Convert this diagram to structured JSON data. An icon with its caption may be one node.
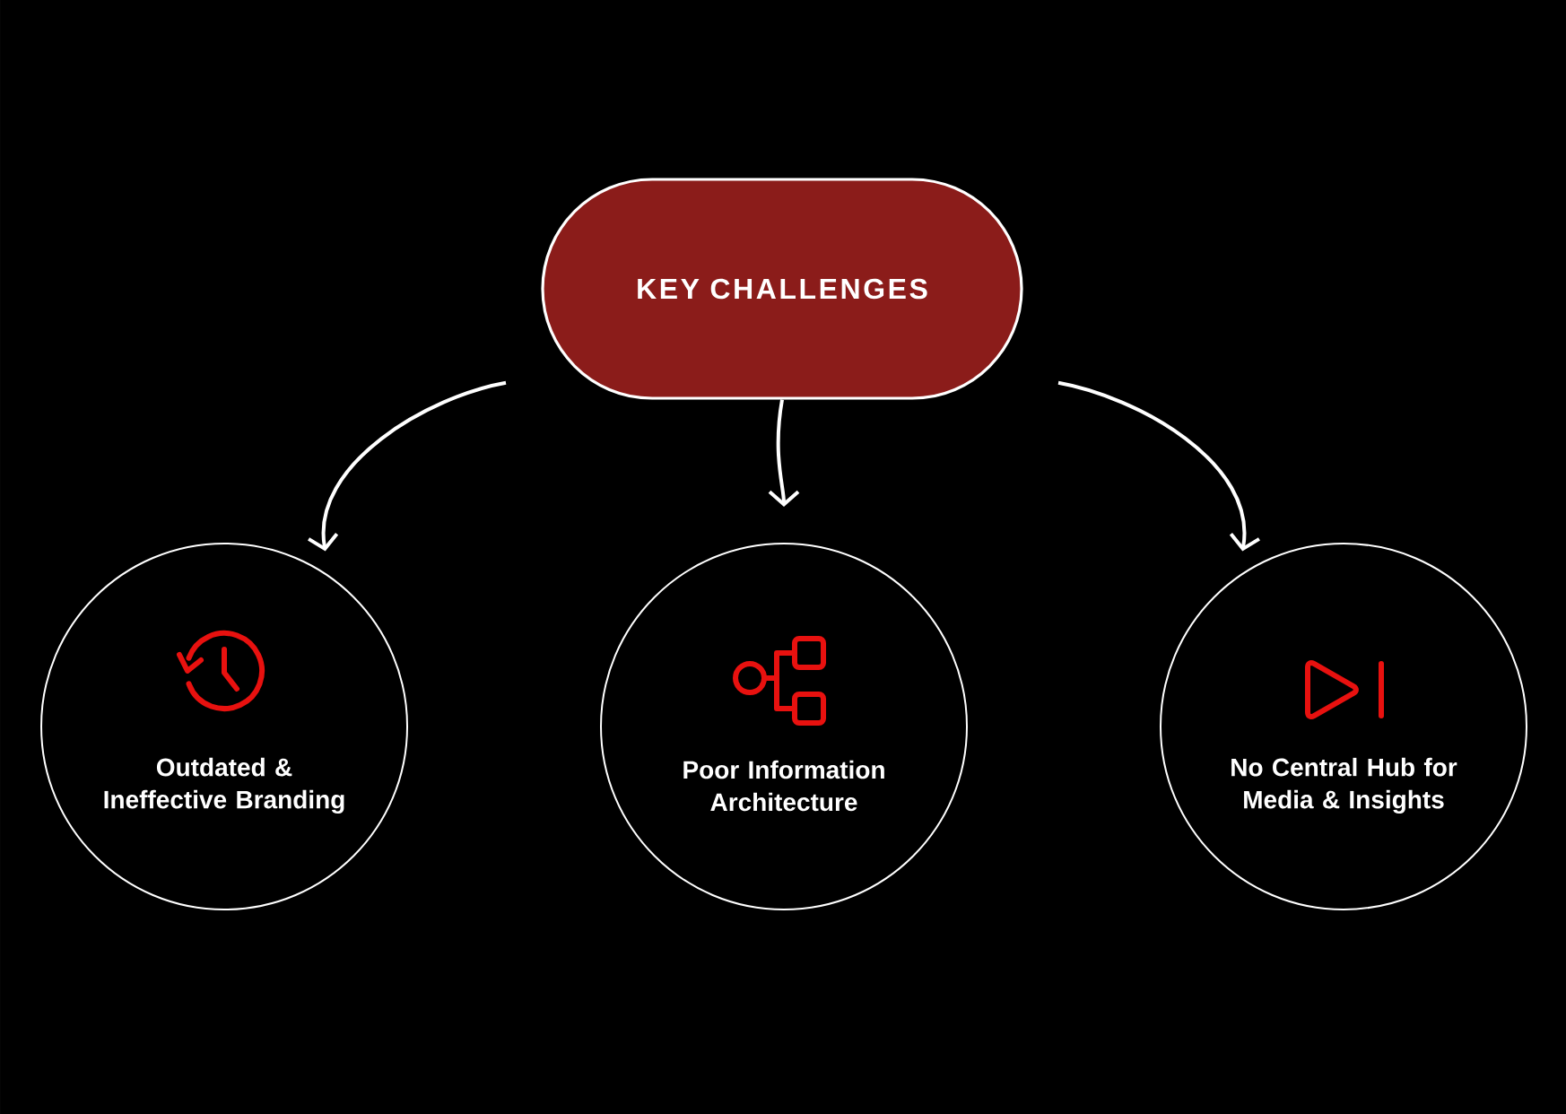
{
  "diagram": {
    "nodes": [
      {
        "text": [
          "KEY CHALLENGES"
        ]
      },
      {
        "text": [
          "Outdated & Ineffective Branding"
        ]
      },
      {
        "text": [
          "Poor Information Architecture"
        ]
      },
      {
        "text": [
          "No Central Hub for Media & Insights"
        ]
      }
    ],
    "edges": [
      {
        "from": 0,
        "to": 1,
        "arrow": "to"
      },
      {
        "from": 0,
        "to": 2,
        "arrow": "to"
      },
      {
        "from": 0,
        "to": 3,
        "arrow": "to"
      }
    ]
  }
}
